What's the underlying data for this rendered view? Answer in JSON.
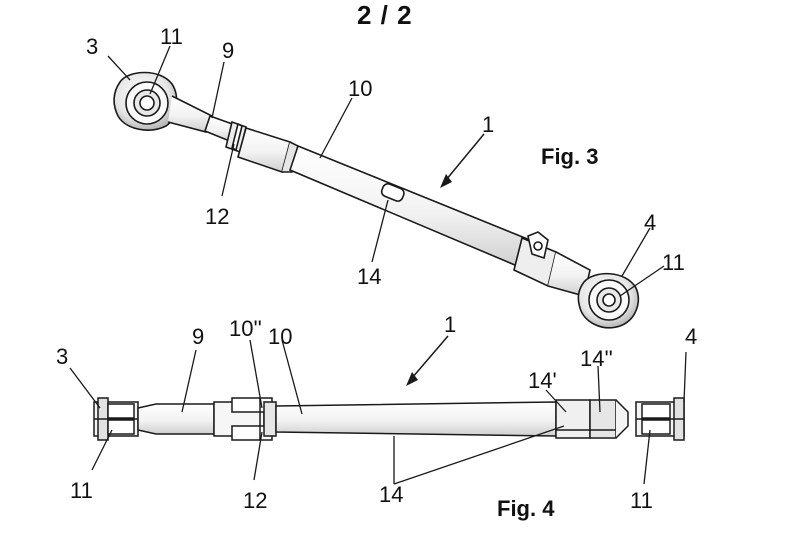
{
  "sheet_number": "2 / 2",
  "figures": [
    {
      "caption": "Fig. 3",
      "reference_numerals": [
        "1",
        "3",
        "4",
        "9",
        "10",
        "11",
        "11",
        "12",
        "14"
      ]
    },
    {
      "caption": "Fig. 4",
      "reference_numerals": [
        "1",
        "3",
        "4",
        "9",
        "10''",
        "10",
        "11",
        "11",
        "12",
        "14'",
        "14''",
        "14"
      ]
    }
  ],
  "colors": {
    "line": "#1a1a1a",
    "fill": "#ffffff",
    "shade": "#d9d9d9"
  }
}
